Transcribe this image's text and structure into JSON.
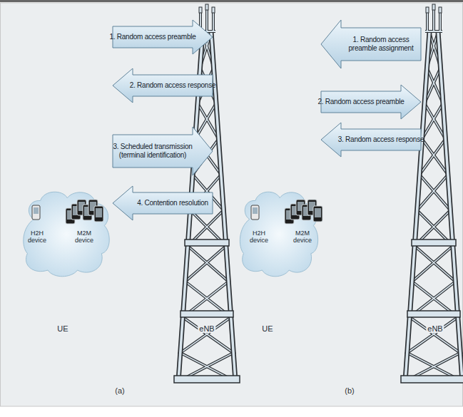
{
  "diagram": {
    "nodes": [
      {
        "text": [
          "H2H device",
          "M2M device",
          "UE"
        ]
      },
      {
        "text": [
          "eNB"
        ]
      },
      {
        "text": [
          "H2H device",
          "M2M device",
          "UE"
        ]
      },
      {
        "text": [
          "eNB"
        ]
      }
    ],
    "edges": [
      {
        "from": 0,
        "to": 1,
        "label": "1. Random access preamble",
        "arrow": "to"
      },
      {
        "from": 1,
        "to": 0,
        "label": "2. Random access response",
        "arrow": "to"
      },
      {
        "from": 0,
        "to": 1,
        "label": "3. Scheduled transmission (terminal identification)",
        "arrow": "to"
      },
      {
        "from": 1,
        "to": 0,
        "label": "4. Contention resolution",
        "arrow": "to"
      },
      {
        "from": 3,
        "to": 2,
        "label": "1. Random access preamble assignment",
        "arrow": "to"
      },
      {
        "from": 2,
        "to": 3,
        "label": "2. Random access preamble",
        "arrow": "to"
      },
      {
        "from": 3,
        "to": 2,
        "label": "3. Random access response",
        "arrow": "to"
      }
    ],
    "labels": [
      "(a)",
      "(b)"
    ]
  }
}
